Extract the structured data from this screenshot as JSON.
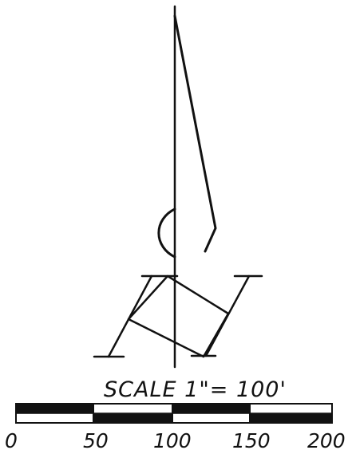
{
  "scale": {
    "title": "SCALE 1\"= 100'",
    "tick_labels": [
      "0",
      "50",
      "100",
      "150",
      "200"
    ]
  },
  "colors": {
    "ink": "#111111",
    "paper": "#ffffff"
  }
}
